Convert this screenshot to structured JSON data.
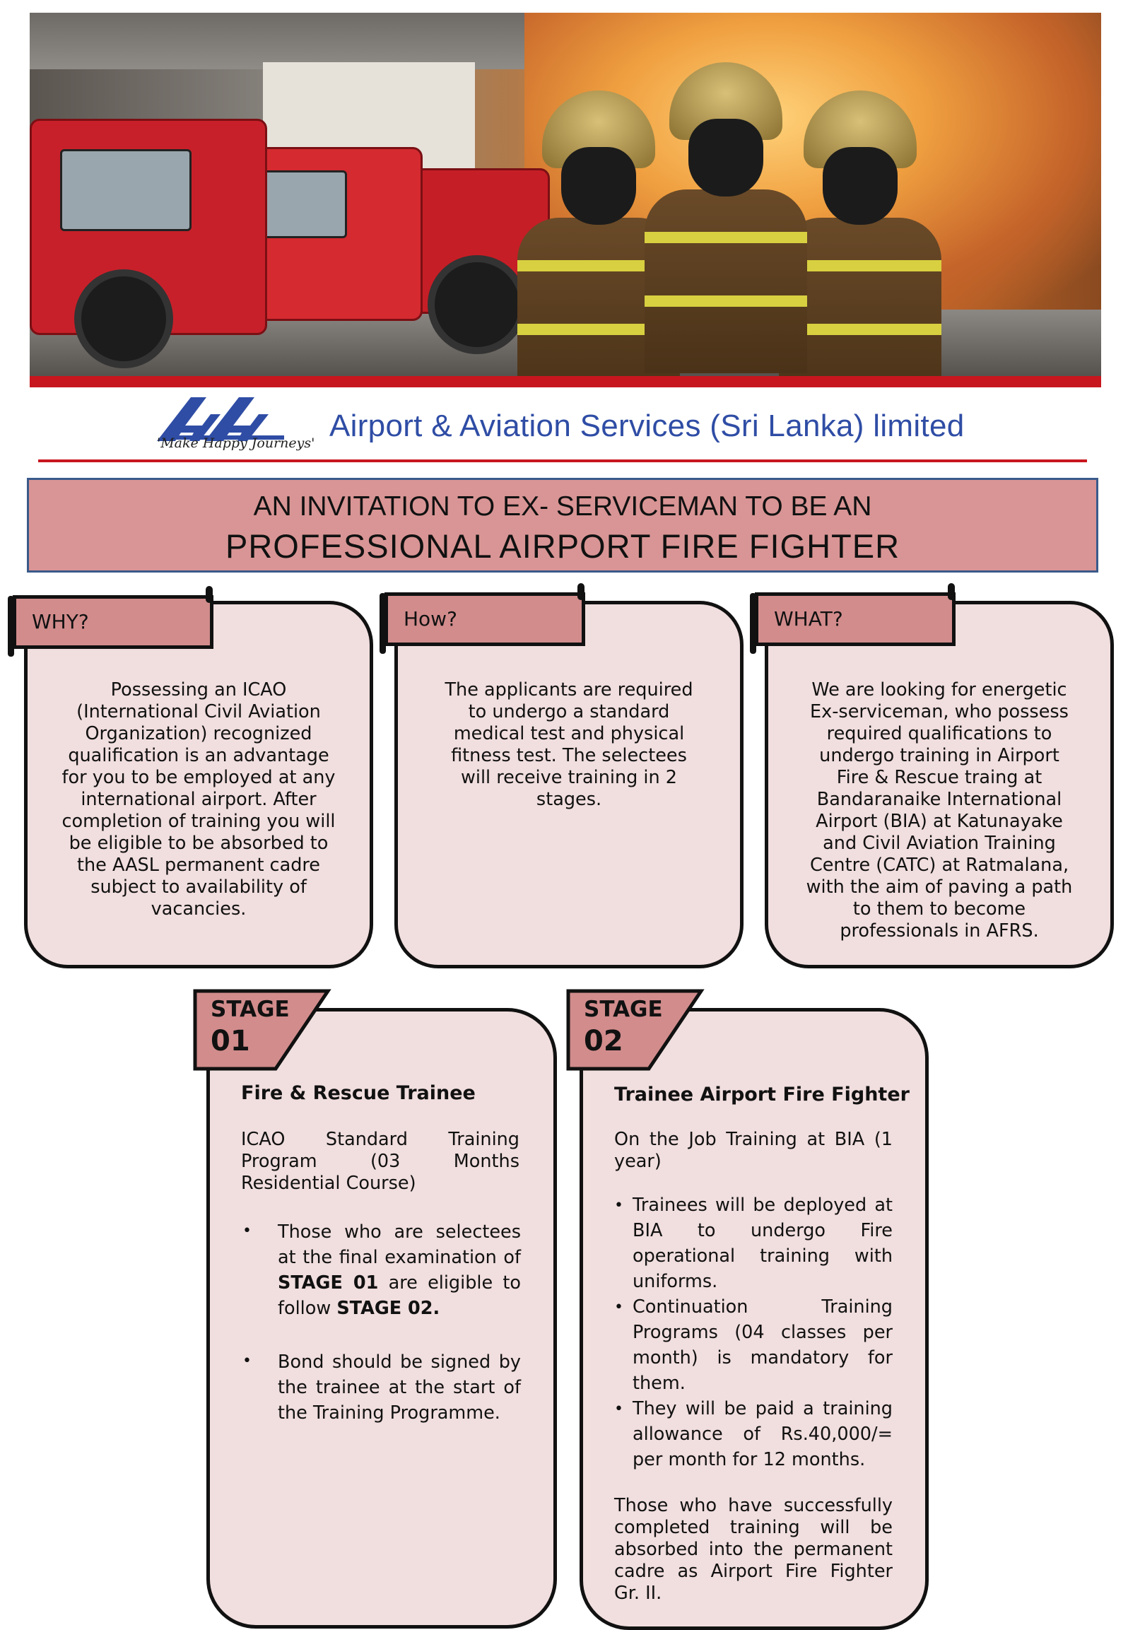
{
  "header": {
    "tagline": "'Make Happy Journeys'",
    "company_name": "Airport & Aviation Services (Sri Lanka) limited"
  },
  "banner": {
    "line1": "AN INVITATION TO EX- SERVICEMAN TO BE AN",
    "line2": "PROFESSIONAL AIRPORT FIRE FIGHTER"
  },
  "why": {
    "label": "WHY?",
    "lines": [
      "Possessing an ICAO",
      "(International Civil Aviation",
      "Organization) recognized",
      "qualification is an advantage",
      "for you to be employed at any",
      "international airport. After",
      "completion of training you will",
      "be eligible to be absorbed to",
      "the AASL permanent cadre",
      "subject to availability of",
      "vacancies."
    ]
  },
  "how": {
    "label": "How?",
    "lines": [
      "The applicants are required",
      "to undergo a standard",
      "medical test and physical",
      "fitness test. The selectees",
      "will receive training in 2",
      "stages."
    ]
  },
  "what": {
    "label": "WHAT?",
    "lines": [
      "We are looking for energetic",
      "Ex-serviceman, who possess",
      "required qualifications to",
      "undergo training in Airport",
      "Fire & Rescue traing at",
      "Bandaranaike International",
      "Airport (BIA) at Katunayake",
      "and Civil Aviation Training",
      "Centre (CATC) at Ratmalana,",
      "with the aim of paving a path",
      "to them to become",
      "professionals in AFRS."
    ]
  },
  "stage1": {
    "stage_label": "STAGE",
    "stage_number": "01",
    "title": "Fire & Rescue Trainee",
    "intro_lines": [
      "ICAO Standard Training",
      "Program (03 Months",
      "Residential Course)"
    ],
    "bullet1": {
      "p1": "Those who are selectees at the final examination of ",
      "b1": "STAGE 01",
      "p2": " are eligible to follow ",
      "b2": "STAGE 02."
    },
    "bullet2": "Bond should be signed by the trainee at the start of the Training Programme."
  },
  "stage2": {
    "stage_label": "STAGE",
    "stage_number": "02",
    "title": "Trainee Airport Fire Fighter",
    "intro": "On the Job Training at BIA (1 year)",
    "bullets": [
      "Trainees will be deployed at BIA to undergo Fire operational training with uniforms.",
      "Continuation Training Programs (04 classes per month) is mandatory for them.",
      "They will be paid a training allowance of Rs.40,000/= per month for 12 months."
    ],
    "closing": "Those who have successfully completed training will be absorbed into the permanent cadre as Airport Fire Fighter Gr. II."
  },
  "colors": {
    "banner_bg": "#d99595",
    "box_bg": "#f1dede",
    "tab_bg": "#d28c8c",
    "brand_blue": "#2f4da5",
    "brand_red": "#c8161e"
  }
}
